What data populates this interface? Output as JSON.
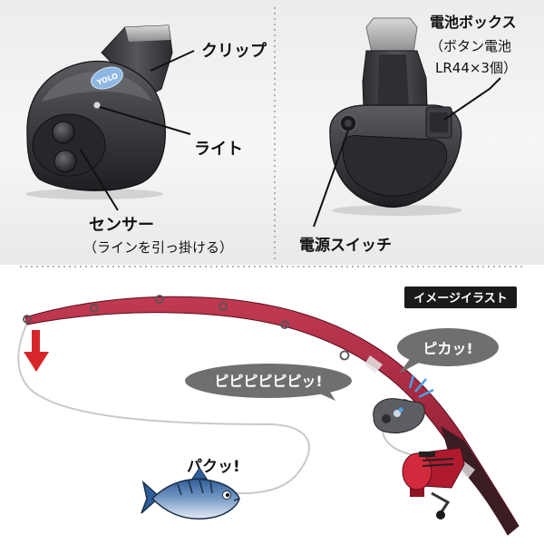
{
  "labels": {
    "clip": "クリップ",
    "light": "ライト",
    "sensor": "センサー",
    "sensor_note": "（ラインを引っ掛ける）",
    "battery_box": "電池ボックス",
    "battery_note_1": "（ボタン電池",
    "battery_note_2": "LR44×3個）",
    "power_switch": "電源スイッチ"
  },
  "device_logo": "YOLO",
  "illustration": {
    "tag": "イメージイラスト",
    "bubble_beep": "ピピピピピピッ!",
    "bubble_flash": "ピカッ!",
    "bite_text": "パクッ!"
  },
  "colors": {
    "rod_red": "#9c1f36",
    "rod_dark": "#3a1d22",
    "arrow_red": "#d7262a",
    "bubble_gray": "#6f6f6f",
    "tag_bg": "#1a1a1a",
    "device_body": "#3a3c40"
  }
}
